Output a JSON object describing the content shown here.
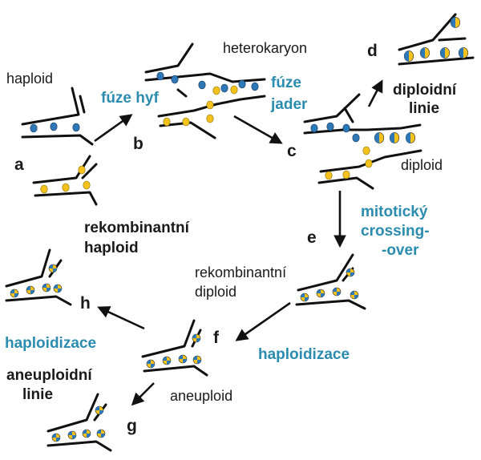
{
  "stages": {
    "a": "a",
    "b": "b",
    "c": "c",
    "d": "d",
    "e": "e",
    "f": "f",
    "g": "g",
    "h": "h"
  },
  "labels": {
    "haploid": "haploid",
    "heterokaryon": "heterokaryon",
    "diploid": "diploid",
    "recombinant_diploid_1": "rekombinantní",
    "recombinant_diploid_2": "diploid",
    "aneuploid": "aneuploid"
  },
  "processes": {
    "hyphal_fusion": "fúze hyf",
    "nuclear_fusion_1": "fúze",
    "nuclear_fusion_2": "jader",
    "mitotic_crossing_1": "mitotický",
    "mitotic_crossing_2": "crossing-",
    "mitotic_crossing_3": "-over",
    "haploidization_f": "haploidizace",
    "haploidization_h": "haploidizace"
  },
  "lines": {
    "diploid_line_1": "diploidní",
    "diploid_line_2": "linie",
    "recombinant_haploid_1": "rekombinantní",
    "recombinant_haploid_2": "haploid",
    "aneuploid_line_1": "aneuploidní",
    "aneuploid_line_2": "linie"
  },
  "colors": {
    "blue_nucleus": "#2f78b7",
    "yellow_nucleus": "#f4c21d",
    "process_text": "#2b8cb0",
    "line_color": "#111111"
  }
}
